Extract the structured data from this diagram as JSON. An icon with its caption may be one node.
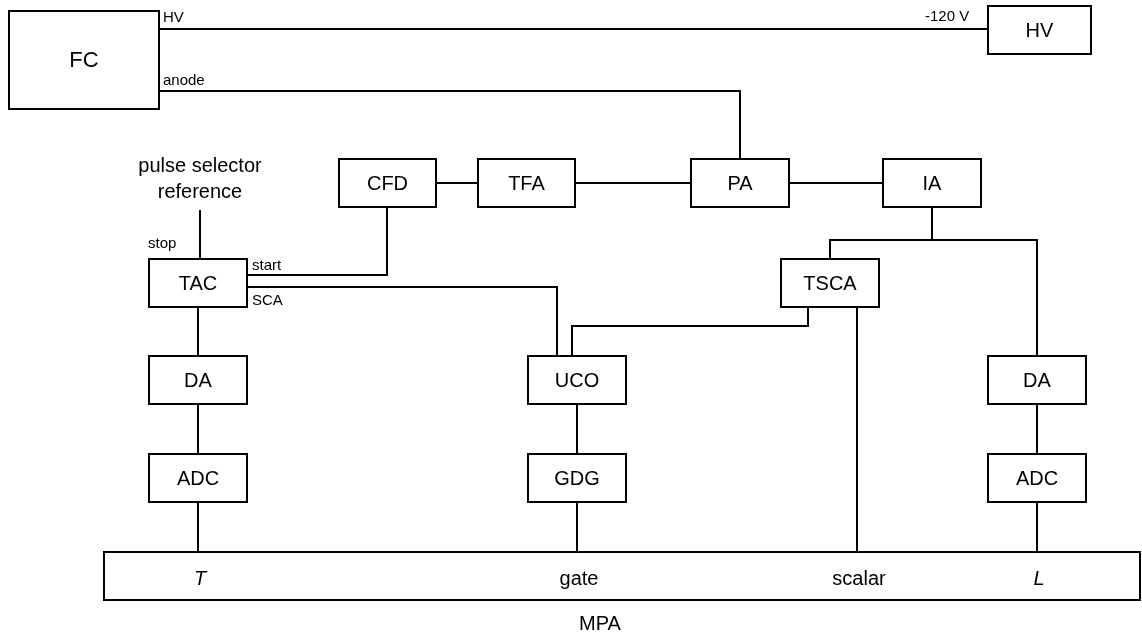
{
  "diagram": {
    "nodes": [
      {
        "text": [
          "FC"
        ]
      },
      {
        "text": [
          "HV"
        ]
      },
      {
        "text": [
          "pulse selector reference"
        ]
      },
      {
        "text": [
          "CFD"
        ]
      },
      {
        "text": [
          "TFA"
        ]
      },
      {
        "text": [
          "PA"
        ]
      },
      {
        "text": [
          "IA"
        ]
      },
      {
        "text": [
          "TAC"
        ]
      },
      {
        "text": [
          "TSCA"
        ]
      },
      {
        "text": [
          "DA"
        ]
      },
      {
        "text": [
          "UCO"
        ]
      },
      {
        "text": [
          "DA"
        ]
      },
      {
        "text": [
          "ADC"
        ]
      },
      {
        "text": [
          "GDG"
        ]
      },
      {
        "text": [
          "ADC"
        ]
      },
      {
        "text": [
          "T",
          "gate",
          "scalar",
          "L",
          "MPA"
        ]
      }
    ],
    "edges": [
      {
        "from": 0,
        "to": 1,
        "arrow": "none"
      },
      {
        "from": 0,
        "to": 5,
        "arrow": "none"
      },
      {
        "from": 2,
        "to": 7,
        "arrow": "none"
      },
      {
        "from": 3,
        "to": 4,
        "arrow": "none"
      },
      {
        "from": 4,
        "to": 5,
        "arrow": "none"
      },
      {
        "from": 5,
        "to": 6,
        "arrow": "none"
      },
      {
        "from": 7,
        "to": 3,
        "arrow": "none"
      },
      {
        "from": 7,
        "to": 10,
        "arrow": "none"
      },
      {
        "from": 6,
        "to": 8,
        "arrow": "none"
      },
      {
        "from": 6,
        "to": 11,
        "arrow": "none"
      },
      {
        "from": 8,
        "to": 10,
        "arrow": "none"
      },
      {
        "from": 8,
        "to": 15,
        "arrow": "none"
      },
      {
        "from": 7,
        "to": 9,
        "arrow": "none"
      },
      {
        "from": 9,
        "to": 12,
        "arrow": "none"
      },
      {
        "from": 12,
        "to": 15,
        "arrow": "none"
      },
      {
        "from": 10,
        "to": 13,
        "arrow": "none"
      },
      {
        "from": 13,
        "to": 15,
        "arrow": "none"
      },
      {
        "from": 11,
        "to": 14,
        "arrow": "none"
      },
      {
        "from": 14,
        "to": 15,
        "arrow": "none"
      }
    ],
    "labels": [
      "HV",
      "-120 V",
      "anode",
      "stop",
      "start",
      "SCA"
    ]
  }
}
